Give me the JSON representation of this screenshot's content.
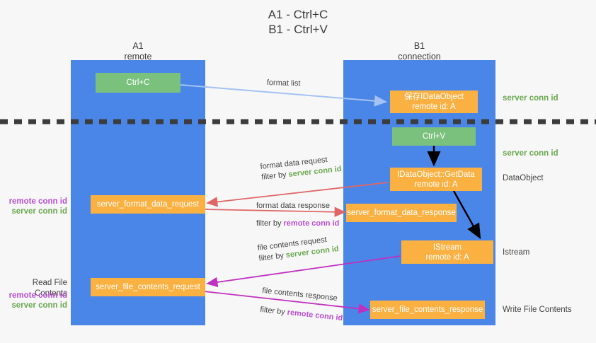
{
  "title": {
    "line1": "A1 - Ctrl+C",
    "line2": "B1 - Ctrl+V"
  },
  "colors": {
    "lane": "#4a86e8",
    "green_box": "#7bc17e",
    "orange_box": "#fbb142",
    "server_conn_id": "#6aa84f",
    "remote_conn_id": "#b94fd0",
    "arrow_format_list": "#a4c2f4",
    "arrow_format_data": "#e06666",
    "arrow_file_contents": "#c030c0",
    "arrow_internal": "#000000",
    "background": "#f7f7f7"
  },
  "columns": [
    {
      "name": "A1",
      "sub": "remote"
    },
    {
      "name": "B1",
      "sub": "connection"
    }
  ],
  "nodes": {
    "ctrl_c": "Ctrl+C",
    "ctrl_v": "Ctrl+V",
    "idataobject_save_l1": "保存IDataObject",
    "idataobject_save_l2": "remote id: A",
    "getdata_l1": "IDataObject::GetData",
    "getdata_l2": "remote id: A",
    "istream_l1": "IStream",
    "istream_l2": "remote id: A",
    "server_format_data_request": "server_format_data_request",
    "server_format_data_response": "server_format_data_response",
    "server_file_contents_request": "server_file_contents_request",
    "server_file_contents_response": "server_file_contents_response"
  },
  "edge_labels": {
    "format_list": "format list",
    "format_data_request": "format data request",
    "format_data_request_filter_prefix": "filter by ",
    "format_data_request_filter_value": "server conn id",
    "format_data_response": "format data response",
    "format_data_response_filter_prefix": "filter by ",
    "format_data_response_filter_value": "remote conn id",
    "file_contents_request": "file contents request",
    "file_contents_request_filter_prefix": "filter by ",
    "file_contents_request_filter_value": "server conn id",
    "file_contents_response": "file contents response",
    "file_contents_response_filter_prefix": "filter by ",
    "file_contents_response_filter_value": "remote conn id"
  },
  "annotations": {
    "right_server_conn_id_top": "server conn id",
    "right_server_conn_id_mid": "server conn id",
    "right_dataobject": "DataObject",
    "right_istream": "Istream",
    "right_write_file_contents": "Write File Contents",
    "left_remote_conn_id_1": "remote conn id",
    "left_server_conn_id_1": "server conn id",
    "left_read_file_contents": "Read File Contents",
    "left_remote_conn_id_2": "remote conn id",
    "left_server_conn_id_2": "server conn id"
  }
}
